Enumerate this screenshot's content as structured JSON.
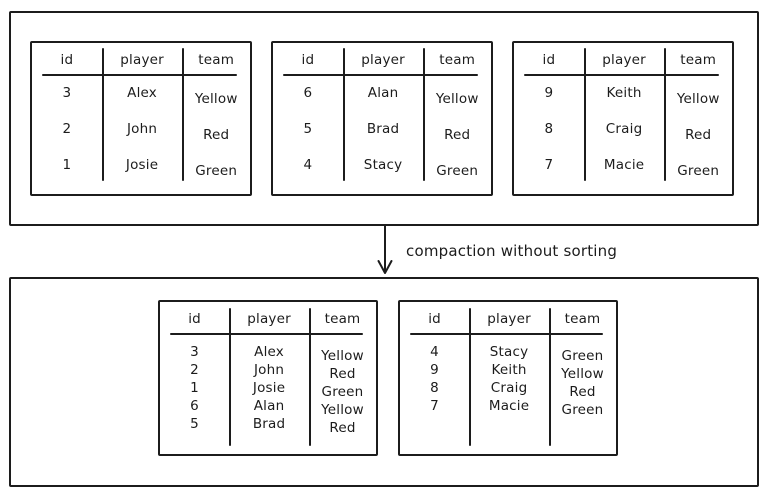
{
  "page": {
    "background": "#ffffff",
    "stroke_color": "#1c1c1c"
  },
  "arrow": {
    "label": "compaction without sorting"
  },
  "columns": [
    "id",
    "player",
    "team"
  ],
  "groups": {
    "top": {
      "tables": [
        {
          "rows": [
            [
              "3",
              "Alex",
              "Yellow"
            ],
            [
              "2",
              "John",
              "Red"
            ],
            [
              "1",
              "Josie",
              "Green"
            ]
          ]
        },
        {
          "rows": [
            [
              "6",
              "Alan",
              "Yellow"
            ],
            [
              "5",
              "Brad",
              "Red"
            ],
            [
              "4",
              "Stacy",
              "Green"
            ]
          ]
        },
        {
          "rows": [
            [
              "9",
              "Keith",
              "Yellow"
            ],
            [
              "8",
              "Craig",
              "Red"
            ],
            [
              "7",
              "Macie",
              "Green"
            ]
          ]
        }
      ]
    },
    "bottom": {
      "tables": [
        {
          "rows": [
            [
              "3",
              "Alex",
              "Yellow"
            ],
            [
              "2",
              "John",
              "Red"
            ],
            [
              "1",
              "Josie",
              "Green"
            ],
            [
              "6",
              "Alan",
              "Yellow"
            ],
            [
              "5",
              "Brad",
              "Red"
            ]
          ]
        },
        {
          "rows": [
            [
              "4",
              "Stacy",
              "Green"
            ],
            [
              "9",
              "Keith",
              "Yellow"
            ],
            [
              "8",
              "Craig",
              "Red"
            ],
            [
              "7",
              "Macie",
              "Green"
            ]
          ]
        }
      ]
    }
  }
}
